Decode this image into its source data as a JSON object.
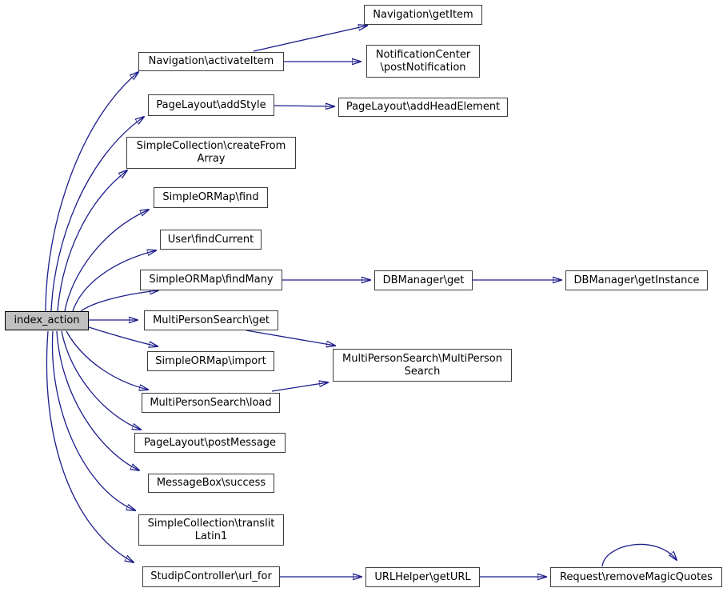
{
  "diagram": {
    "kind": "function-call-graph",
    "background_color": "#ffffff",
    "edge_color": "#1e1e8c",
    "node_border_color": "#3d3d3d",
    "node_fill_color": "#ffffff",
    "root_fill_color": "#c0c0c0",
    "text_color": "#000000"
  },
  "nodes": {
    "index_action": {
      "label": "index_action",
      "root": true
    },
    "navigation_activateitem": {
      "label": "Navigation\\activateItem"
    },
    "navigation_getitem": {
      "label": "Navigation\\getItem"
    },
    "notificationcenter_postnotification": {
      "label": "NotificationCenter\n\\postNotification"
    },
    "pagelayout_addstyle": {
      "label": "PageLayout\\addStyle"
    },
    "pagelayout_addheadelement": {
      "label": "PageLayout\\addHeadElement"
    },
    "simplecollection_createfromarray": {
      "label": "SimpleCollection\\createFrom\nArray"
    },
    "simpleormap_find": {
      "label": "SimpleORMap\\find"
    },
    "user_findcurrent": {
      "label": "User\\findCurrent"
    },
    "simpleormap_findmany": {
      "label": "SimpleORMap\\findMany"
    },
    "dbmanager_get": {
      "label": "DBManager\\get"
    },
    "dbmanager_getinstance": {
      "label": "DBManager\\getInstance"
    },
    "multipersonsearch_get": {
      "label": "MultiPersonSearch\\get"
    },
    "simpleormap_import": {
      "label": "SimpleORMap\\import"
    },
    "multipersonsearch_multipersonsearch": {
      "label": "MultiPersonSearch\\MultiPerson\nSearch"
    },
    "multipersonsearch_load": {
      "label": "MultiPersonSearch\\load"
    },
    "pagelayout_postmessage": {
      "label": "PageLayout\\postMessage"
    },
    "messagebox_success": {
      "label": "MessageBox\\success"
    },
    "simplecollection_translitlatin1": {
      "label": "SimpleCollection\\translit\nLatin1"
    },
    "studipcontroller_url_for": {
      "label": "StudipController\\url_for"
    },
    "urlhelper_geturl": {
      "label": "URLHelper\\getURL"
    },
    "request_removemagicquotes": {
      "label": "Request\\removeMagicQuotes"
    }
  },
  "edges": [
    {
      "from": "index_action",
      "to": "navigation_activateitem"
    },
    {
      "from": "index_action",
      "to": "pagelayout_addstyle"
    },
    {
      "from": "index_action",
      "to": "simplecollection_createfromarray"
    },
    {
      "from": "index_action",
      "to": "simpleormap_find"
    },
    {
      "from": "index_action",
      "to": "user_findcurrent"
    },
    {
      "from": "index_action",
      "to": "simpleormap_findmany"
    },
    {
      "from": "index_action",
      "to": "multipersonsearch_get"
    },
    {
      "from": "index_action",
      "to": "simpleormap_import"
    },
    {
      "from": "index_action",
      "to": "multipersonsearch_load"
    },
    {
      "from": "index_action",
      "to": "pagelayout_postmessage"
    },
    {
      "from": "index_action",
      "to": "messagebox_success"
    },
    {
      "from": "index_action",
      "to": "simplecollection_translitlatin1"
    },
    {
      "from": "index_action",
      "to": "studipcontroller_url_for"
    },
    {
      "from": "navigation_activateitem",
      "to": "navigation_getitem"
    },
    {
      "from": "navigation_activateitem",
      "to": "notificationcenter_postnotification"
    },
    {
      "from": "pagelayout_addstyle",
      "to": "pagelayout_addheadelement"
    },
    {
      "from": "simpleormap_findmany",
      "to": "dbmanager_get"
    },
    {
      "from": "dbmanager_get",
      "to": "dbmanager_getinstance"
    },
    {
      "from": "multipersonsearch_get",
      "to": "multipersonsearch_multipersonsearch"
    },
    {
      "from": "multipersonsearch_load",
      "to": "multipersonsearch_multipersonsearch"
    },
    {
      "from": "studipcontroller_url_for",
      "to": "urlhelper_geturl"
    },
    {
      "from": "urlhelper_geturl",
      "to": "request_removemagicquotes"
    },
    {
      "from": "request_removemagicquotes",
      "to": "request_removemagicquotes"
    }
  ]
}
